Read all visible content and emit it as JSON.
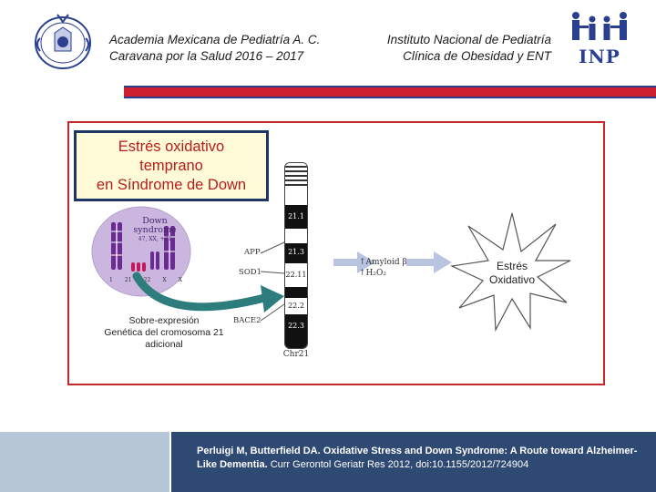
{
  "header": {
    "left_line1": "Academia Mexicana de Pediatría A. C.",
    "left_line2": "Caravana por la Salud 2016 – 2017",
    "right_line1": "Instituto Nacional de Pediatría",
    "right_line2": "Clínica de Obesidad y ENT",
    "logo_right_text": "INP"
  },
  "callout": {
    "line1": "Estrés oxidativo",
    "line2": "temprano",
    "line3": "en Síndrome de Down"
  },
  "figure": {
    "karyotype_title1": "Down",
    "karyotype_title2": "syndrome",
    "karyotype_sub": "47, XX, +21",
    "karyotype_numbers": [
      "1",
      "21",
      "22",
      "X",
      "X"
    ],
    "overexpression_label": [
      "Sobre-expresión",
      "Genética del cromosoma 21",
      "adicional"
    ],
    "genes": [
      "APP",
      "SOD1",
      "BACE2"
    ],
    "bands": [
      "21.1",
      "21.3",
      "22.11",
      "22.2",
      "22.3"
    ],
    "chromosome_label": "Chr21",
    "amyloid_line1": "↑Amyloid β",
    "amyloid_line2": "↑H₂O₂",
    "stress_line1": "Estrés",
    "stress_line2": "Oxidativo"
  },
  "citation": {
    "bold_part": "Perluigi M, Butterfield DA. Oxidative Stress and Down Syndrome: A Route toward Alzheimer-Like Dementia.",
    "normal_part": " Curr Gerontol Geriatr Res 2012, doi:10.1155/2012/724904"
  },
  "colors": {
    "accent_red": "#cc1f2f",
    "navy": "#2a3f8f",
    "callout_bg": "#fffbd8",
    "footer_dark": "#2f4a72",
    "footer_light": "#b8c7d8"
  }
}
